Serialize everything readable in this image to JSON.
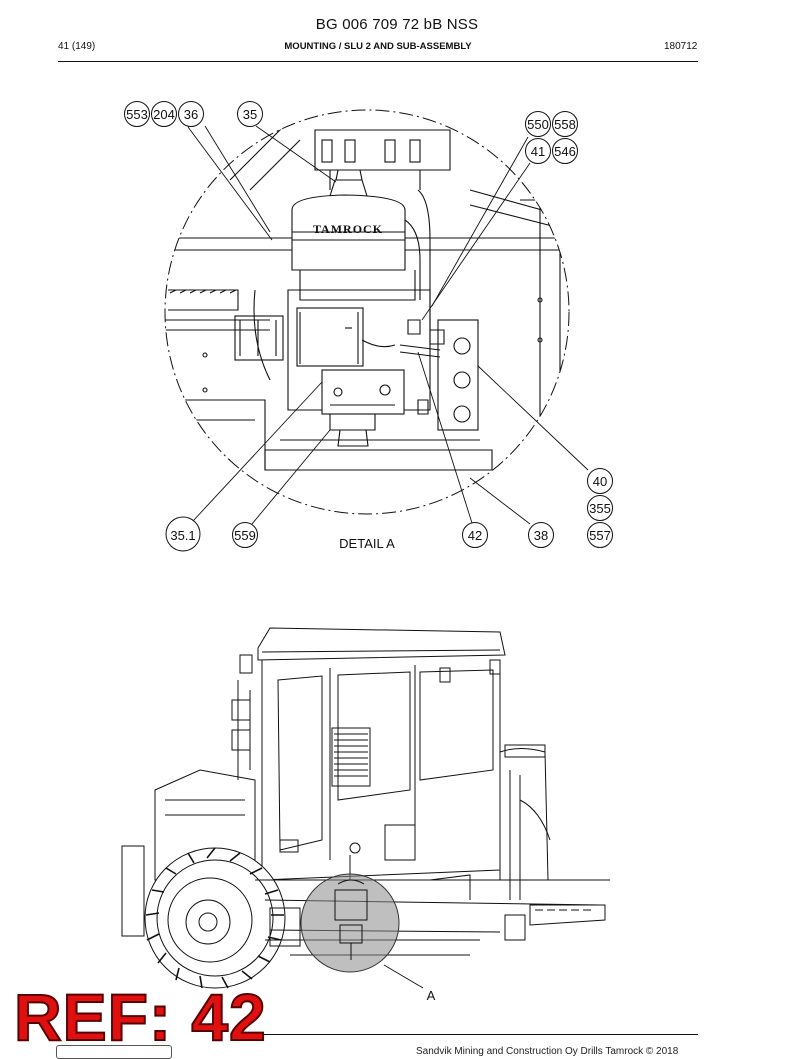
{
  "document": {
    "title": "BG 006 709 72 bB NSS",
    "page": "41 (149)",
    "section": "MOUNTING / SLU 2 AND SUB-ASSEMBLY",
    "code": "180712"
  },
  "detail": {
    "label": "DETAIL  A",
    "callouts": [
      "553",
      "204",
      "36",
      "35",
      "550",
      "558",
      "41",
      "546",
      "40",
      "355",
      "557",
      "38",
      "42",
      "559",
      "35.1"
    ],
    "brand_mark": "TAMROCK"
  },
  "overview": {
    "detail_marker": "A"
  },
  "stamp": {
    "text": "REF: 42",
    "color": "#e01010"
  },
  "footer": {
    "text": "Sandvik Mining and Construction Oy Drills Tamrock © 2018"
  }
}
